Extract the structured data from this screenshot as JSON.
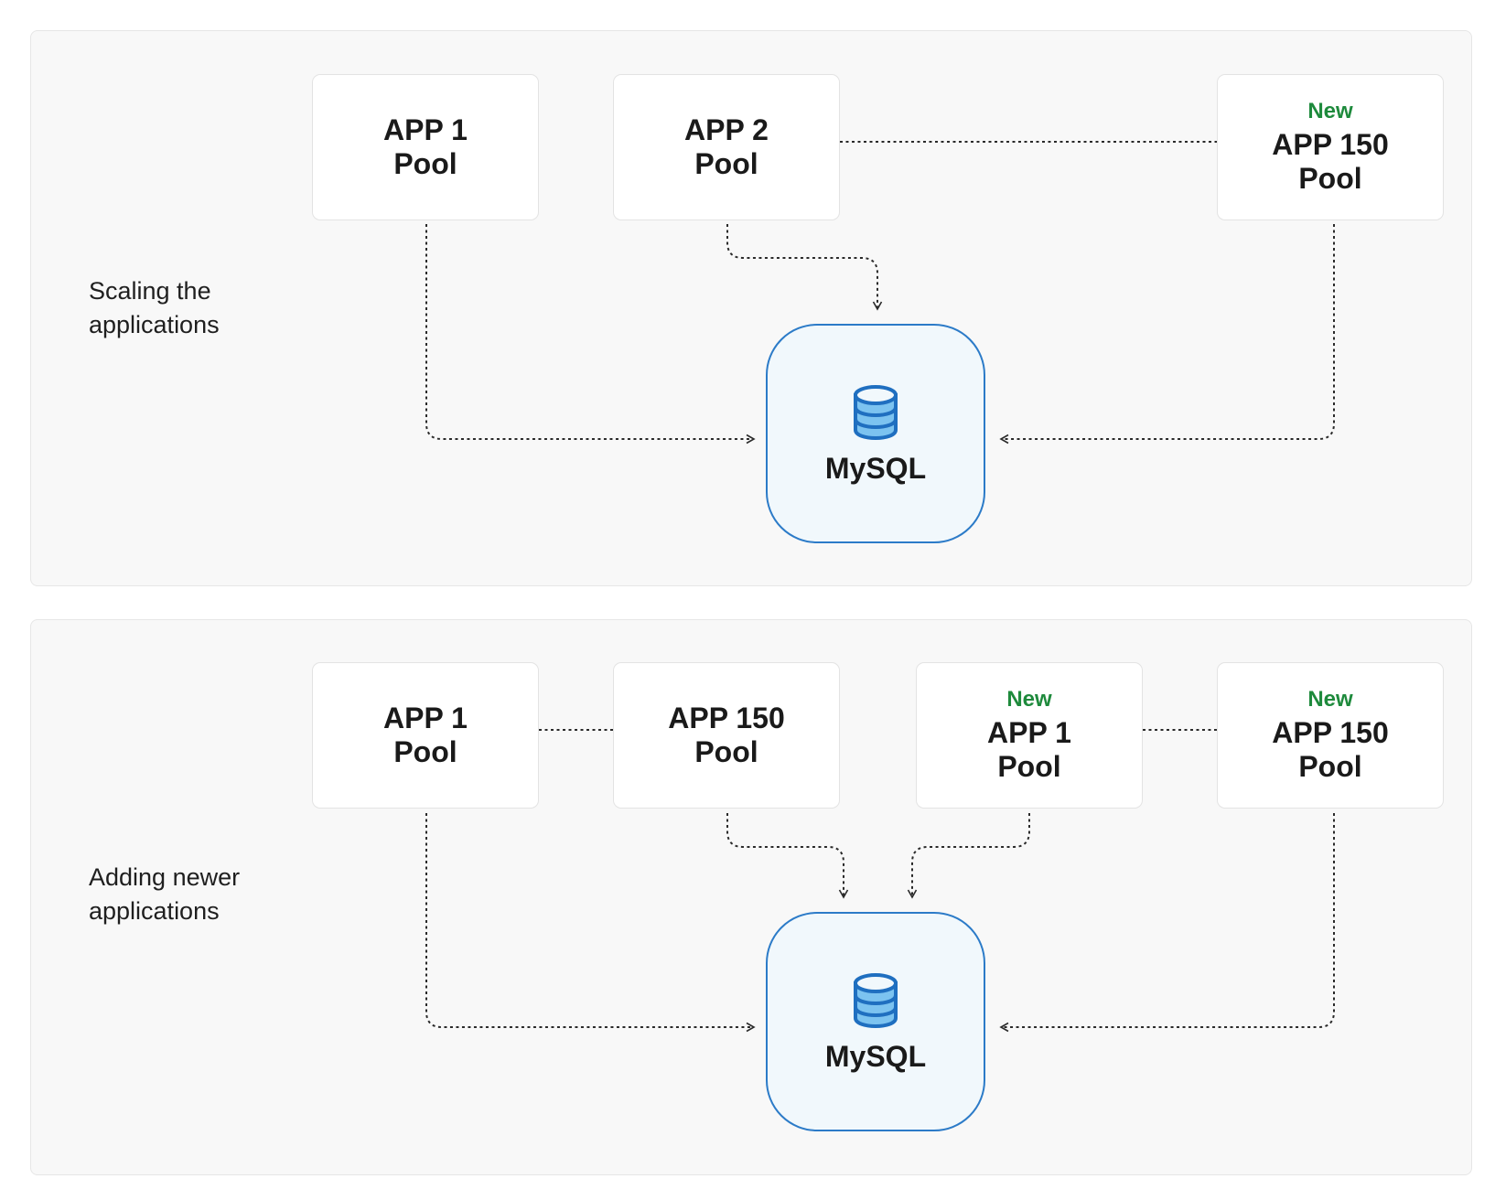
{
  "top_section": {
    "caption": [
      "Scaling the",
      "applications"
    ],
    "pools": [
      {
        "new_label": "",
        "lines": [
          "APP 1",
          "Pool"
        ]
      },
      {
        "new_label": "",
        "lines": [
          "APP 2",
          "Pool"
        ]
      },
      {
        "new_label": "New",
        "lines": [
          "APP 150",
          "Pool"
        ]
      }
    ],
    "database": {
      "label": "MySQL",
      "icon": "database-icon"
    }
  },
  "bottom_section": {
    "caption": [
      "Adding newer",
      "applications"
    ],
    "pools": [
      {
        "new_label": "",
        "lines": [
          "APP 1",
          "Pool"
        ]
      },
      {
        "new_label": "",
        "lines": [
          "APP 150",
          "Pool"
        ]
      },
      {
        "new_label": "New",
        "lines": [
          "APP 1",
          "Pool"
        ]
      },
      {
        "new_label": "New",
        "lines": [
          "APP 150",
          "Pool"
        ]
      }
    ],
    "database": {
      "label": "MySQL",
      "icon": "database-icon"
    }
  },
  "colors": {
    "new_tag": "#1e8a3c",
    "db_border": "#2c7bc8",
    "db_fill": "#f1f8fc",
    "db_icon_stroke": "#1f6fc0",
    "db_icon_fill": "#7cc3f0",
    "connector": "#2a2a2a",
    "panel_bg": "#f8f8f8"
  }
}
